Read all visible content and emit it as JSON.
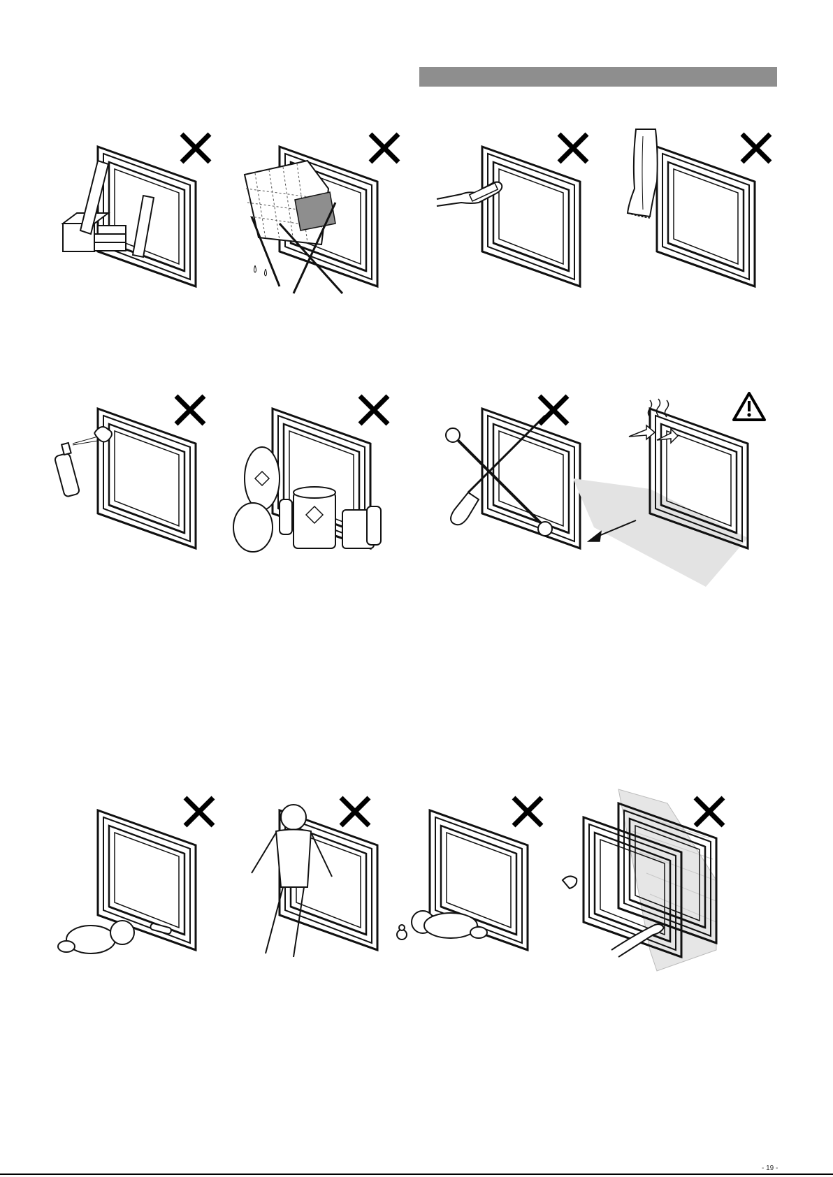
{
  "header": {
    "bar_color": "#8e8e8e"
  },
  "panels": [
    {
      "id": "combustibles-near-fire",
      "icon": "prohibited-x-icon"
    },
    {
      "id": "drying-laundry-on-rack",
      "icon": "prohibited-x-icon"
    },
    {
      "id": "touching-glass-with-cloth",
      "icon": "prohibited-x-icon"
    },
    {
      "id": "curtains-near-fire",
      "icon": "prohibited-x-icon"
    },
    {
      "id": "aerosol-spray-near-fire",
      "icon": "prohibited-x-icon"
    },
    {
      "id": "flammable-substances-near-fire",
      "icon": "prohibited-x-icon"
    },
    {
      "id": "modifying-with-tools",
      "icon": "prohibited-x-icon"
    },
    {
      "id": "hot-air-clearance-warning",
      "icon": "warning-triangle-icon"
    },
    {
      "id": "crawling-baby-near-fire",
      "icon": "prohibited-x-icon"
    },
    {
      "id": "person-leaning-on-fire",
      "icon": "prohibited-x-icon"
    },
    {
      "id": "child-sleeping-near-fire",
      "icon": "prohibited-x-icon"
    },
    {
      "id": "removing-front-frame",
      "icon": "prohibited-x-icon"
    }
  ],
  "footer": {
    "page_mark": "- 19 -"
  }
}
